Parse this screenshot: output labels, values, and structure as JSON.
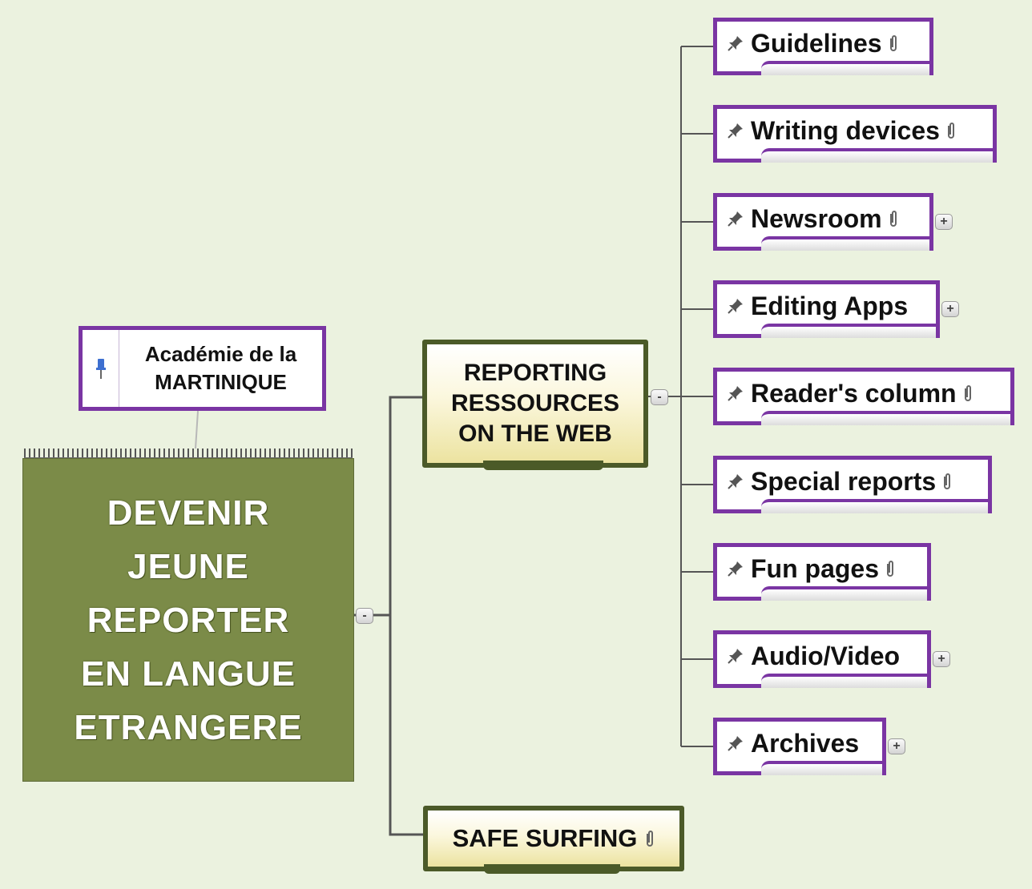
{
  "central_topic": {
    "title": "DEVENIR\nJEUNE\nREPORTER\nEN LANGUE\nETRANGERE"
  },
  "callout": {
    "text": "Académie de la\nMARTINIQUE"
  },
  "main_topics": [
    {
      "label": "REPORTING\nRESSOURCES\nON THE WEB",
      "expander": "-"
    },
    {
      "label": "SAFE SURFING",
      "expander": ""
    }
  ],
  "central_expander": "-",
  "subtopics": [
    {
      "label": "Guidelines",
      "attachment": true,
      "expander": ""
    },
    {
      "label": "Writing devices",
      "attachment": true,
      "expander": ""
    },
    {
      "label": "Newsroom",
      "attachment": true,
      "expander": "+"
    },
    {
      "label": "Editing Apps",
      "attachment": false,
      "expander": "+"
    },
    {
      "label": "Reader's column",
      "attachment": true,
      "expander": ""
    },
    {
      "label": "Special reports",
      "attachment": true,
      "expander": ""
    },
    {
      "label": "Fun pages",
      "attachment": true,
      "expander": ""
    },
    {
      "label": "Audio/Video",
      "attachment": false,
      "expander": "+"
    },
    {
      "label": "Archives",
      "attachment": false,
      "expander": "+"
    }
  ],
  "icons": {
    "pin": "pushpin-icon",
    "attachment": "paperclip-icon",
    "note": "blue-pushpin-icon"
  },
  "colors": {
    "background": "#ebf2df",
    "central_fill": "#7b8b48",
    "main_border": "#4b5a28",
    "sub_border": "#7a35a3",
    "connector": "#555555"
  }
}
